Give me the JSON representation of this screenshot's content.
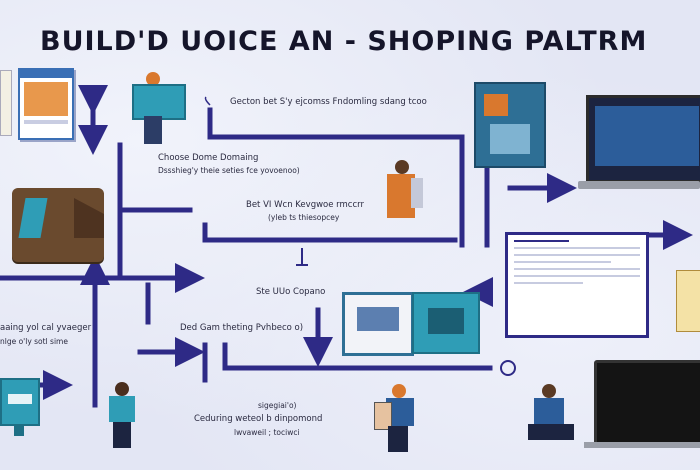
{
  "title": "BUILD'D UOICE AN - SHOPING PALTRM",
  "labels": {
    "choose_domain_1": "Choose Dome Domaing",
    "choose_domain_2": "Dssshieg'y theie seties fce yovoenoo)",
    "design_line": "Gecton bet S'y ejcomss Fndomling sdang tcoo",
    "best_wix_1": "Bet VI Wcn Kevgwoe rmccrr",
    "best_wix_2": "(yleb ts thiesopcey",
    "step_upload": "Ste UUo Copano",
    "add_items": "Ded Gam theting Pvhbeco o)",
    "left_desc_1": "aaing yol cal yvaeger",
    "left_desc_2": "nlge o'ly sotl sime",
    "bottom_desc_1": "sigegiai'o)",
    "bottom_desc_2": "Ceduring weteol b dinpomond",
    "bottom_desc_3": "lwvaweil ; tociwci"
  },
  "colors": {
    "arrow": "#2e2a86",
    "background": "#e3e6f4",
    "accent_orange": "#d9782e",
    "accent_teal": "#2f9db6"
  }
}
